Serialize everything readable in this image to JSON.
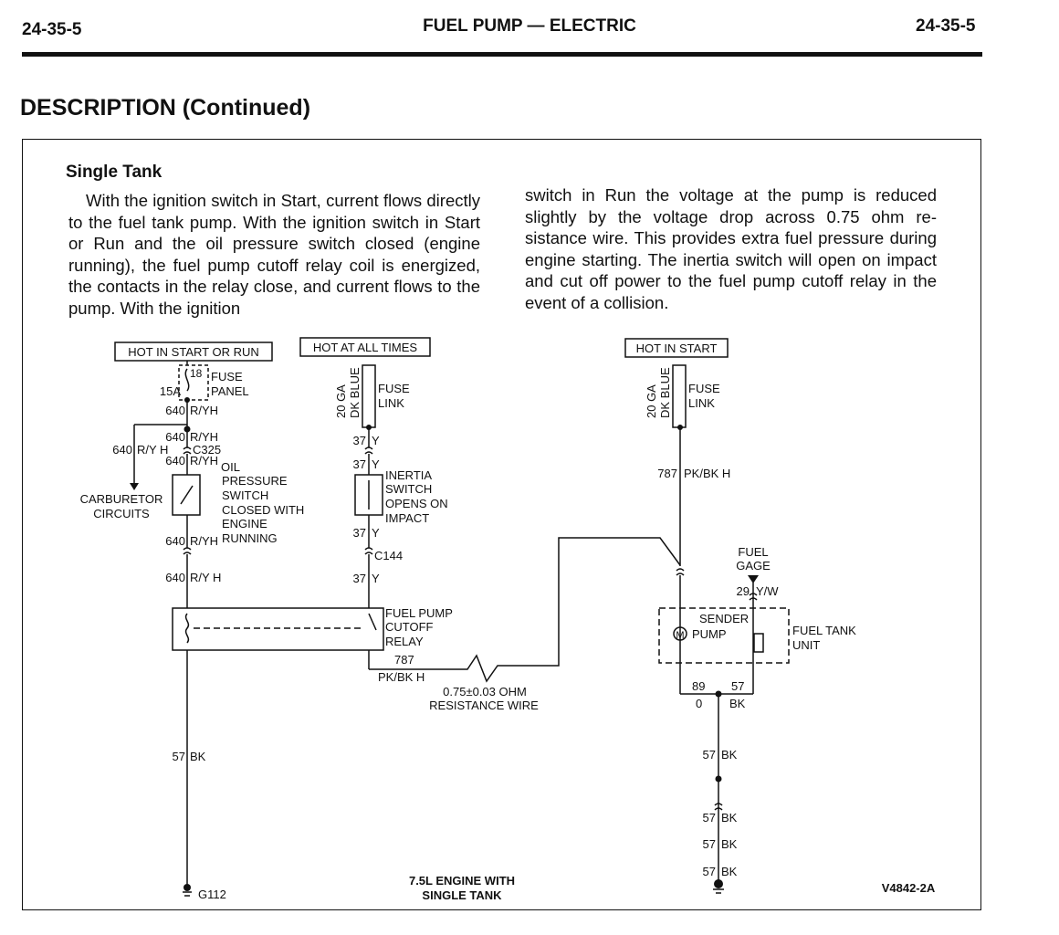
{
  "header": {
    "page_left": "24-35-5",
    "title": "FUEL PUMP — ELECTRIC",
    "page_right": "24-35-5"
  },
  "section_title": "DESCRIPTION (Continued)",
  "subsection_title": "Single Tank",
  "text": {
    "col1": "With the ignition switch in Start, current flows directly to the fuel tank pump. With the ignition switch in Start or Run and the oil pressure switch closed (engine running), the fuel pump cutoff relay coil is energized, the contacts in the relay close, and current flows to the pump. With the ignition",
    "col2": "switch in Run the voltage at the pump is reduced slightly by the voltage drop across 0.75 ohm re-sistance wire. This provides extra fuel pressure during engine starting. The inertia switch will open on impact and cut off power to the fuel pump cutoff relay in the event of a collision."
  },
  "diagram": {
    "boxes": {
      "hot_start_run": "HOT IN START OR RUN",
      "hot_all_times": "HOT AT ALL TIMES",
      "hot_start": "HOT IN START"
    },
    "fuse": {
      "number": "18",
      "rating": "15A",
      "label1": "FUSE",
      "label2": "PANEL"
    },
    "fuse_link_1": {
      "gauge1": "20 GA",
      "gauge2": "DK BLUE",
      "label1": "FUSE",
      "label2": "LINK"
    },
    "fuse_link_2": {
      "gauge1": "20 GA",
      "gauge2": "DK BLUE",
      "label1": "FUSE",
      "label2": "LINK"
    },
    "wires": {
      "w640_a": "640",
      "w640_a_color": "R/YH",
      "w640_b": "640",
      "w640_b_color": "R/YH",
      "w640_carb": "640",
      "w640_carb_color": "R/Y H",
      "w640_c": "640",
      "w640_c_color": "R/YH",
      "w640_d": "640",
      "w640_d_color": "R/YH",
      "w640_e": "640",
      "w640_e_color": "R/Y H",
      "w37_a": "37",
      "w37_a_color": "Y",
      "w37_b": "37",
      "w37_b_color": "Y",
      "w37_c": "37",
      "w37_c_color": "Y",
      "w37_d": "37",
      "w37_d_color": "Y",
      "w787_top": "787",
      "w787_top_color": "PK/BK H",
      "w787_bot": "787",
      "w787_bot_color": "PK/BK H",
      "w57_left": "57",
      "w57_left_color": "BK",
      "w29": "29",
      "w29_color": "Y/W",
      "w89": "89",
      "w89_color": "0",
      "w57_unit": "57",
      "w57_unit_color": "BK",
      "w57_r1": "57",
      "w57_r1_color": "BK",
      "w57_r2": "57",
      "w57_r2_color": "BK",
      "w57_r3": "57",
      "w57_r3_color": "BK",
      "w57_r4": "57",
      "w57_r4_color": "BK"
    },
    "connectors": {
      "c325": "C325",
      "c144": "C144"
    },
    "carburetor": {
      "line1": "CARBURETOR",
      "line2": "CIRCUITS"
    },
    "oil_switch": [
      "OIL",
      "PRESSURE",
      "SWITCH",
      "CLOSED WITH",
      "ENGINE",
      "RUNNING"
    ],
    "inertia_switch": [
      "INERTIA",
      "SWITCH",
      "OPENS ON",
      "IMPACT"
    ],
    "relay": [
      "FUEL PUMP",
      "CUTOFF",
      "RELAY"
    ],
    "resistance": {
      "line1": "0.75±0.03 OHM",
      "line2": "RESISTANCE WIRE"
    },
    "fuel_gage": {
      "line1": "FUEL",
      "line2": "GAGE"
    },
    "tank_unit": {
      "sender": "SENDER",
      "pump": "PUMP",
      "motor_symbol": "M",
      "label1": "FUEL TANK",
      "label2": "UNIT"
    },
    "ground_left": "G112",
    "engine": {
      "line1": "7.5L ENGINE WITH",
      "line2": "SINGLE TANK"
    },
    "figure_code": "V4842-2A"
  }
}
